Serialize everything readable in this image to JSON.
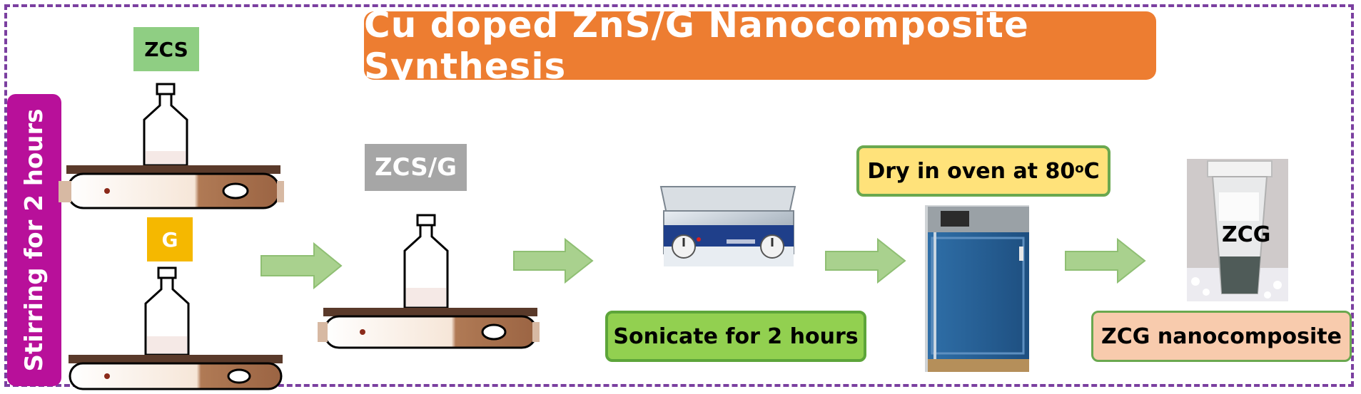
{
  "title": "Cu doped ZnS/G Nanocomposite Synthesis",
  "side_label": "Stirring for 2 hours",
  "labels": {
    "zcs": "ZCS",
    "g": "G",
    "zcs_g": "ZCS/G",
    "zcg_vial": "ZCG"
  },
  "steps": {
    "sonicate": "Sonicate for 2 hours",
    "dry_prefix": "Dry in oven at 80",
    "dry_degree": "o",
    "dry_unit": "C",
    "final": "ZCG nanocomposite"
  },
  "colors": {
    "frame": "#7b3fa0",
    "title_bg": "#ed7d31",
    "side_bg": "#b8109a",
    "arrow": "#a9d18e"
  },
  "icons": [
    "reagent-bottle-icon",
    "magnetic-stirrer-icon",
    "ultrasonic-bath-icon",
    "drying-oven-icon",
    "sample-vial-icon",
    "arrow-right-icon"
  ]
}
